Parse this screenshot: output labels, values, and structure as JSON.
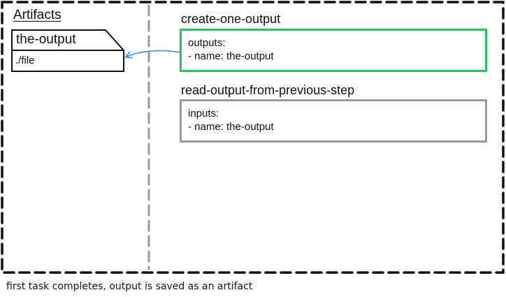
{
  "artifacts": {
    "title": "Artifacts",
    "name": "the-output",
    "path": "./file"
  },
  "steps": [
    {
      "title": "create-one-output",
      "lines": [
        "outputs:",
        "- name: the-output"
      ],
      "border_color": "#22c55e"
    },
    {
      "title": "read-output-from-previous-step",
      "lines": [
        "inputs:",
        "- name: the-output"
      ],
      "border_color": "#999999"
    }
  ],
  "arrow_color": "#3b82f6",
  "caption": "first task completes, output is saved as an artifact"
}
